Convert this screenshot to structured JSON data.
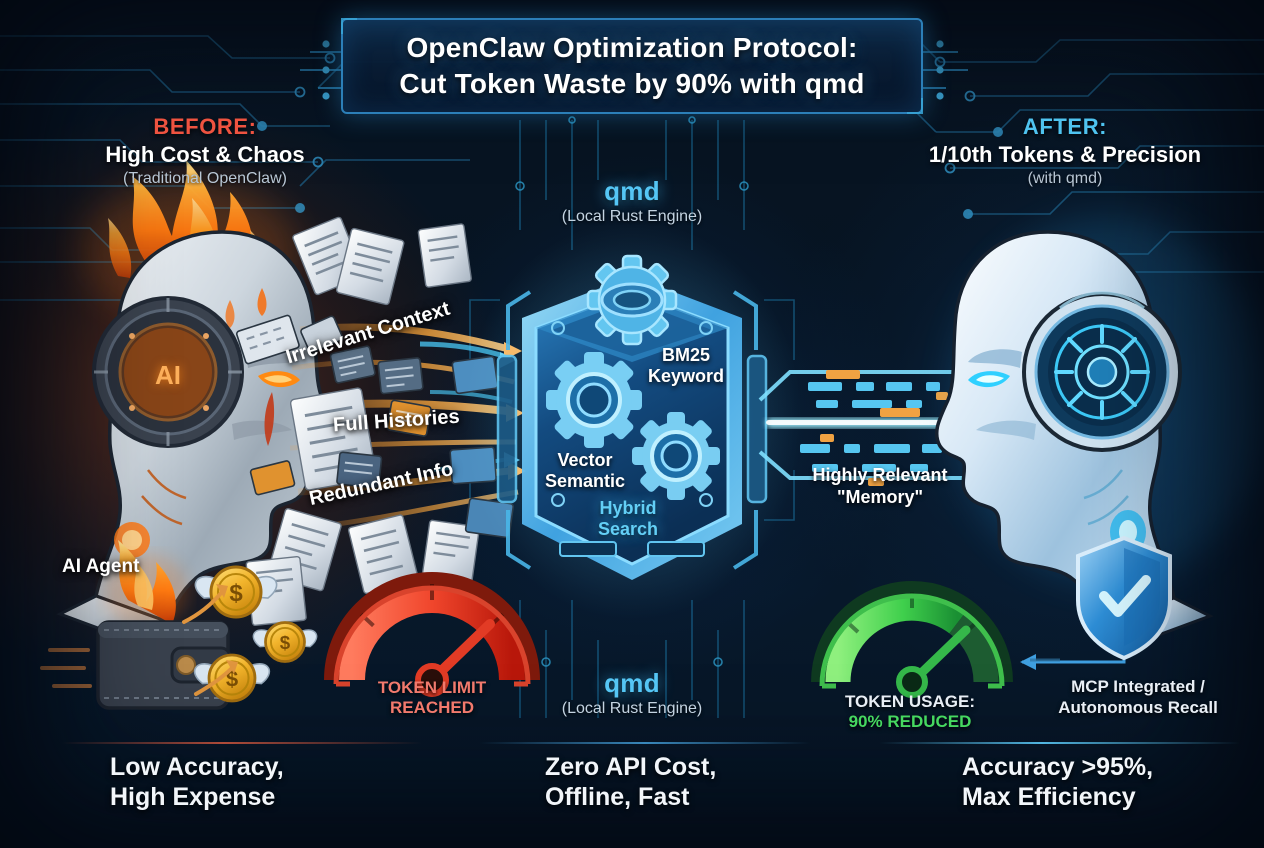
{
  "title": {
    "line1": "OpenClaw Optimization Protocol:",
    "line2": "Cut Token Waste by 90% with qmd"
  },
  "sections": {
    "before": {
      "kicker": "BEFORE:",
      "title": "High Cost & Chaos",
      "subtitle": "(Traditional OpenClaw)",
      "accent_color": "#ef5340",
      "agent_label": "AI Agent",
      "agent_core_text": "AI",
      "stream_labels": [
        "Irrelevant Context",
        "Full Histories",
        "Redundant Info"
      ],
      "gauge": {
        "caption_line1": "TOKEN LIMIT",
        "caption_line2": "REACHED",
        "color": "#e8412c"
      },
      "footer_line1": "Low Accuracy,",
      "footer_line2": "High Expense"
    },
    "center": {
      "qmd_top": {
        "name": "qmd",
        "subtitle": "(Local Rust Engine)"
      },
      "qmd_bottom": {
        "name": "qmd",
        "subtitle": "(Local Rust Engine)"
      },
      "engine_labels": {
        "bm25_line1": "BM25",
        "bm25_line2": "Keyword",
        "vector_line1": "Vector",
        "vector_line2": "Semantic",
        "hybrid_line1": "Hybrid",
        "hybrid_line2": "Search"
      },
      "accent_color": "#55c6f5",
      "footer_line1": "Zero API Cost,",
      "footer_line2": "Offline, Fast"
    },
    "after": {
      "kicker": "AFTER:",
      "title": "1/10th Tokens & Precision",
      "subtitle": "(with qmd)",
      "accent_color": "#4fc3ef",
      "memory_line1": "Highly Relevant",
      "memory_line2": "\"Memory\"",
      "gauge": {
        "caption_line1": "TOKEN USAGE:",
        "caption_value": "90%",
        "caption_suffix": " REDUCED",
        "color": "#46d860"
      },
      "shield": {
        "line1": "MCP Integrated /",
        "line2": "Autonomous Recall",
        "icon": "shield-check-icon"
      },
      "footer_line1": "Accuracy >95%,",
      "footer_line2": "Max Efficiency"
    }
  },
  "icons": {
    "burning_head": "burning-robot-head-icon",
    "cool_head": "cool-robot-head-icon",
    "burning_wallet": "burning-wallet-icon",
    "flying_money": "winged-coin-icon",
    "gauge_red": "red-gauge-icon",
    "gauge_green": "green-gauge-icon",
    "hex_processor": "hexagon-processor-icon",
    "gear": "gear-icon",
    "data_stream": "data-stream-icon"
  },
  "colors": {
    "background": "#061320",
    "panel_border": "#2c7fb8",
    "red_accent": "#ef5340",
    "blue_accent": "#4fc3ef",
    "green_accent": "#46d860",
    "flame_orange": "#ff8a1e"
  }
}
